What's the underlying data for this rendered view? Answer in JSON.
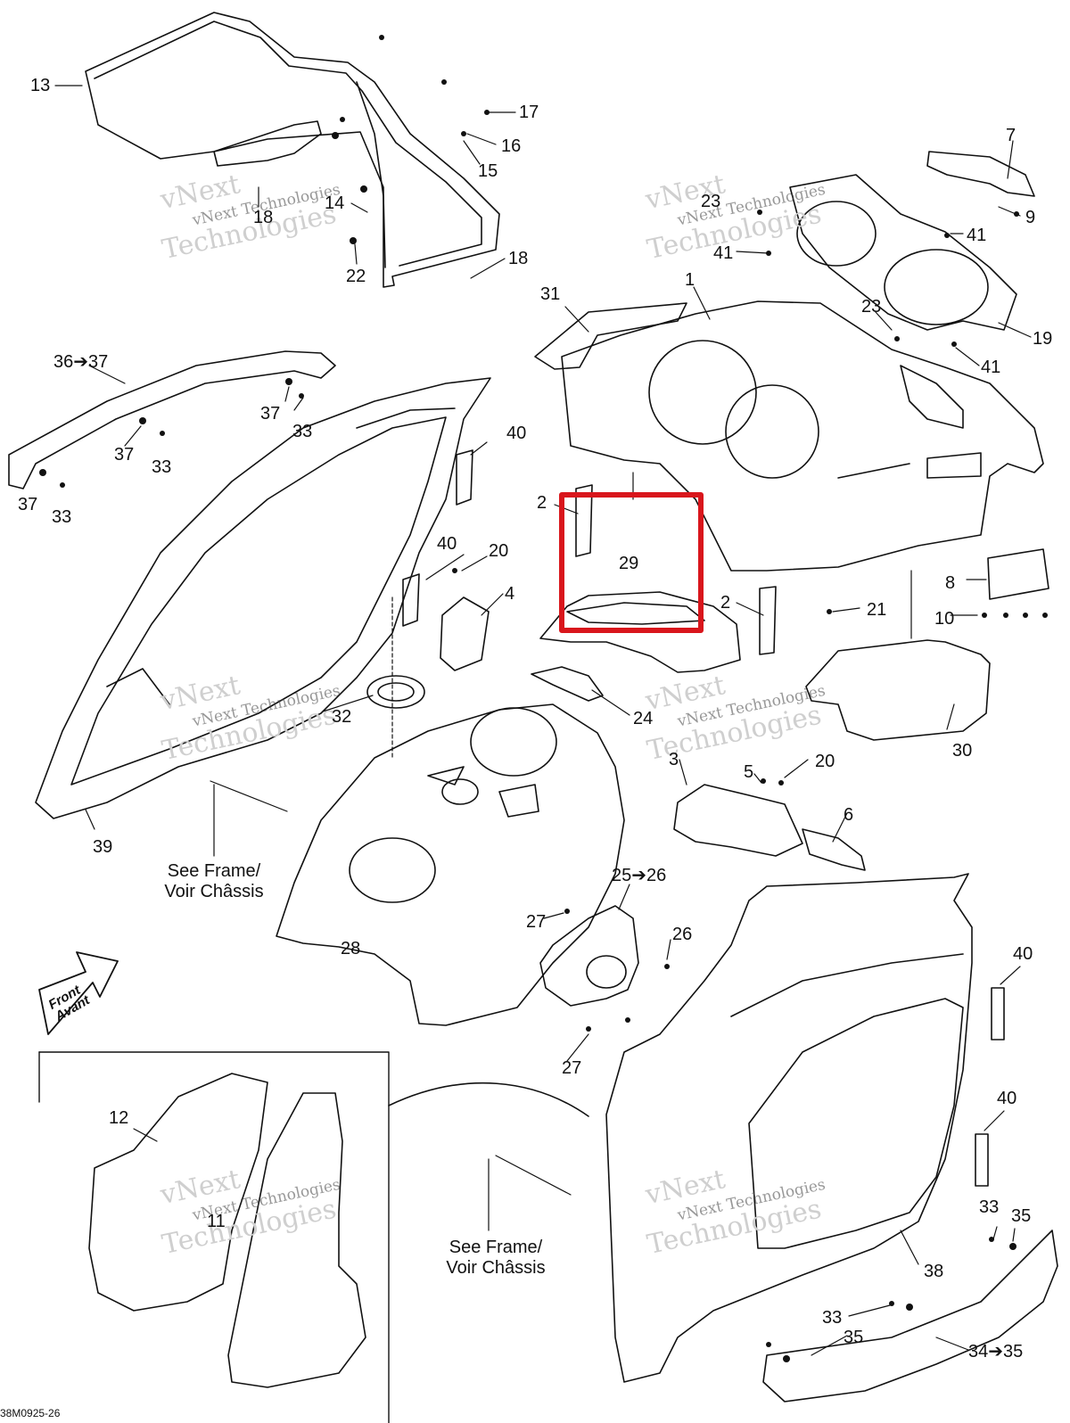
{
  "callouts": [
    {
      "id": "c13",
      "text": "13"
    },
    {
      "id": "c17",
      "text": "17"
    },
    {
      "id": "c16",
      "text": "16"
    },
    {
      "id": "c15",
      "text": "15"
    },
    {
      "id": "c14",
      "text": "14"
    },
    {
      "id": "c18a",
      "text": "18"
    },
    {
      "id": "c22",
      "text": "22"
    },
    {
      "id": "c18b",
      "text": "18"
    },
    {
      "id": "c7",
      "text": "7"
    },
    {
      "id": "c9",
      "text": "9"
    },
    {
      "id": "c23a",
      "text": "23"
    },
    {
      "id": "c41a",
      "text": "41"
    },
    {
      "id": "c41b",
      "text": "41"
    },
    {
      "id": "c23b",
      "text": "23"
    },
    {
      "id": "c19",
      "text": "19"
    },
    {
      "id": "c41c",
      "text": "41"
    },
    {
      "id": "c31",
      "text": "31"
    },
    {
      "id": "c1",
      "text": "1"
    },
    {
      "id": "c3637",
      "text": "36➔37"
    },
    {
      "id": "c37a",
      "text": "37"
    },
    {
      "id": "c33a",
      "text": "33"
    },
    {
      "id": "c37b",
      "text": "37"
    },
    {
      "id": "c33b",
      "text": "33"
    },
    {
      "id": "c37c",
      "text": "37"
    },
    {
      "id": "c33c",
      "text": "33"
    },
    {
      "id": "c40a",
      "text": "40"
    },
    {
      "id": "c40b",
      "text": "40"
    },
    {
      "id": "c2a",
      "text": "2"
    },
    {
      "id": "c29",
      "text": "29"
    },
    {
      "id": "c20a",
      "text": "20"
    },
    {
      "id": "c4",
      "text": "4"
    },
    {
      "id": "c2b",
      "text": "2"
    },
    {
      "id": "c8",
      "text": "8"
    },
    {
      "id": "c21",
      "text": "21"
    },
    {
      "id": "c10",
      "text": "10"
    },
    {
      "id": "c32",
      "text": "32"
    },
    {
      "id": "c24",
      "text": "24"
    },
    {
      "id": "c30",
      "text": "30"
    },
    {
      "id": "c39",
      "text": "39"
    },
    {
      "id": "c3",
      "text": "3"
    },
    {
      "id": "c5",
      "text": "5"
    },
    {
      "id": "c20b",
      "text": "20"
    },
    {
      "id": "c6",
      "text": "6"
    },
    {
      "id": "c2526",
      "text": "25➔26"
    },
    {
      "id": "c27a",
      "text": "27"
    },
    {
      "id": "c26",
      "text": "26"
    },
    {
      "id": "c27b",
      "text": "27"
    },
    {
      "id": "c28",
      "text": "28"
    },
    {
      "id": "c40c",
      "text": "40"
    },
    {
      "id": "c40d",
      "text": "40"
    },
    {
      "id": "c12",
      "text": "12"
    },
    {
      "id": "c11",
      "text": "11"
    },
    {
      "id": "c33d",
      "text": "33"
    },
    {
      "id": "c35a",
      "text": "35"
    },
    {
      "id": "c38",
      "text": "38"
    },
    {
      "id": "c33e",
      "text": "33"
    },
    {
      "id": "c35b",
      "text": "35"
    },
    {
      "id": "c3435",
      "text": "34➔35"
    }
  ],
  "notes": {
    "see_frame_1": "See Frame/\nVoir Châssis",
    "see_frame_2": "See Frame/\nVoir Châssis"
  },
  "front_arrow": {
    "line1": "Front",
    "line2": "Avant"
  },
  "watermark": {
    "company": "vNext Technologies",
    "big1": "vNext",
    "big2": "Technologies"
  },
  "diagram_code": "38M0925-26",
  "highlight": {
    "color": "#d9161c",
    "target_callout": "29"
  }
}
